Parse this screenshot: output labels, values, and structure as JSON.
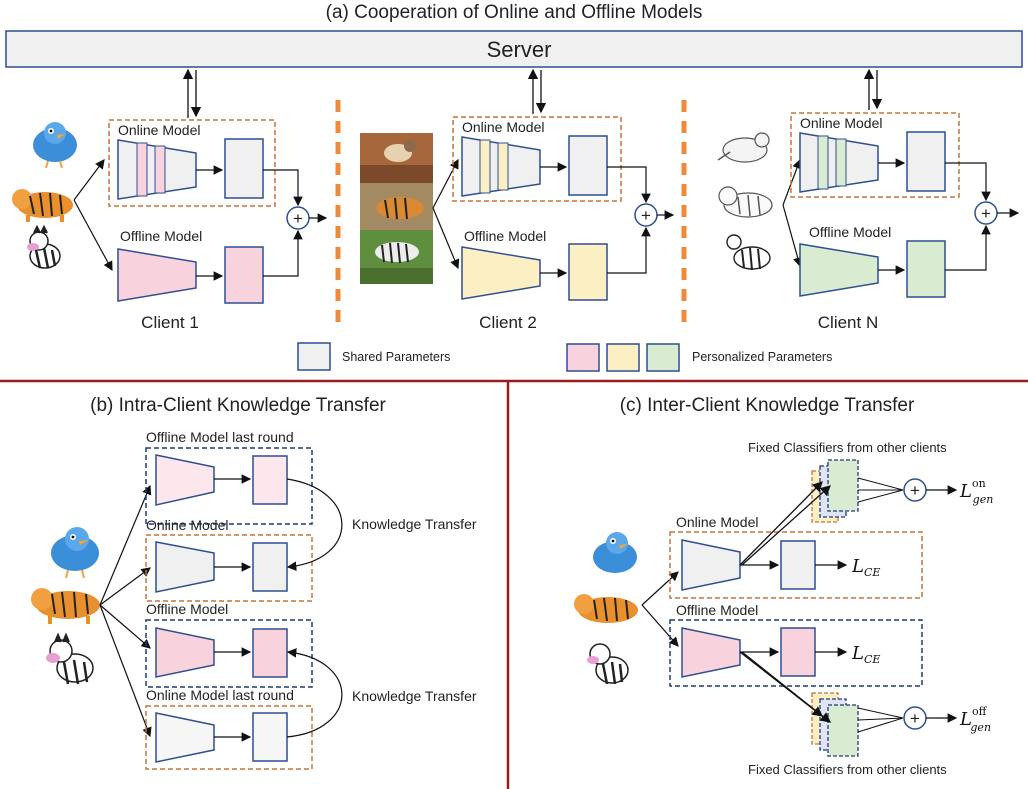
{
  "panel_a": {
    "title": "(a) Cooperation of Online and Offline Models",
    "server_label": "Server",
    "online_model_label": "Online Model",
    "offline_model_label": "Offline Model",
    "clients": [
      {
        "name": "Client 1",
        "accent": "#f8d2dc"
      },
      {
        "name": "Client 2",
        "accent": "#fcefc4"
      },
      {
        "name": "Client N",
        "accent": "#d9ecd2"
      }
    ],
    "plus_symbol": "+",
    "legend": {
      "shared_label": "Shared Parameters",
      "personalized_label": "Personalized Parameters"
    }
  },
  "panel_b": {
    "title": "(b) Intra-Client Knowledge Transfer",
    "boxes": [
      "Offline Model last round",
      "Online Model",
      "Offline Model",
      "Online Model last round"
    ],
    "transfer_label_top": "Knowledge Transfer",
    "transfer_label_bottom": "Knowledge Transfer"
  },
  "panel_c": {
    "title": "(c) Inter-Client Knowledge Transfer",
    "fixed_top": "Fixed Classifiers from other clients",
    "fixed_bottom": "Fixed Classifiers from other clients",
    "online_model_label": "Online Model",
    "offline_model_label": "Offline Model",
    "loss_gen_on": "L",
    "loss_gen_on_sup": "on",
    "loss_gen_on_sub": "gen",
    "loss_ce_1": "L",
    "loss_ce_1_sub": "CE",
    "loss_ce_2": "L",
    "loss_ce_2_sub": "CE",
    "loss_gen_off": "L",
    "loss_gen_off_sup": "off",
    "loss_gen_off_sub": "gen"
  },
  "colors": {
    "shared": "#f0f0f0",
    "pink": "#f8d2dc",
    "yellow": "#fcefc4",
    "green": "#d9ecd2",
    "blue_edge": "#2f4f8f",
    "orange_dash": "#c8733a",
    "navy_dash": "#1f3a7a",
    "divider": "#9b1c1c",
    "orange_bar": "#ef8a3a"
  }
}
